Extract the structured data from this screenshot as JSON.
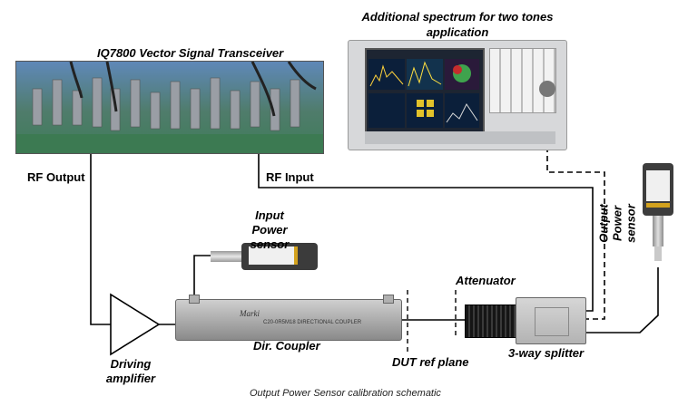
{
  "labels": {
    "analyzer_title": "Additional spectrum for two tones application",
    "transceiver_title": "IQ7800 Vector Signal Transceiver",
    "rf_output": "RF Output",
    "rf_input": "RF Input",
    "input_sensor": "Input Power sensor",
    "output_sensor": "Output Power sensor",
    "attenuator": "Attenuator",
    "dir_coupler": "Dir. Coupler",
    "driving_amplifier": "Driving amplifier",
    "dut_ref_plane": "DUT ref plane",
    "splitter": "3-way splitter",
    "caption": "Output Power Sensor calibration schematic"
  },
  "device_text": {
    "coupler_brand": "Marki",
    "coupler_model": "C20-0R5M18 DIRECTIONAL COUPLER"
  }
}
